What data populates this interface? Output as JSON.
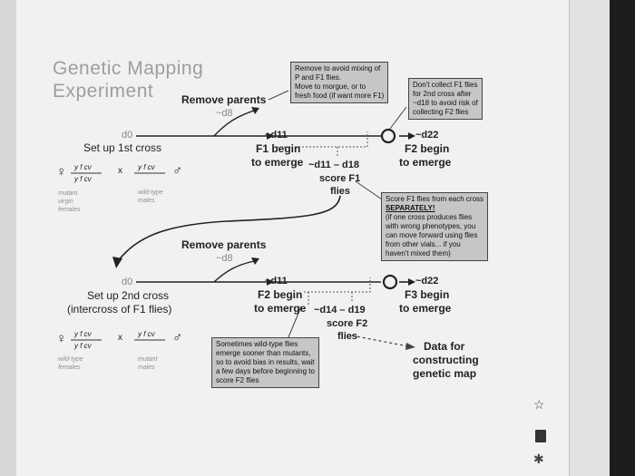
{
  "title_line1": "Genetic Mapping",
  "title_line2": "Experiment",
  "cross1": {
    "remove_parents": "Remove parents",
    "remove_day": "~d8",
    "d0": "d0",
    "setup": "Set up 1st cross",
    "d11": "~d11",
    "f1_begin": "F1 begin",
    "to_emerge": "to emerge",
    "d11_d18": "~d11 – d18",
    "score_f1": "score F1",
    "flies": "flies",
    "d22": "~d22",
    "f2_begin": "F2 begin",
    "to_emerge2": "to emerge",
    "female_genotype_top": "y f cv",
    "female_genotype_bottom": "y f cv",
    "male_genotype": "y f cv",
    "female_label": [
      "mutant",
      "virgin",
      "females"
    ],
    "male_label": [
      "wild-type",
      "males"
    ]
  },
  "cross2": {
    "remove_parents": "Remove parents",
    "remove_day": "~d8",
    "d0": "d0",
    "setup_line1": "Set up 2nd cross",
    "setup_line2": "(intercross of F1 flies)",
    "d11": "~d11",
    "f2_begin": "F2 begin",
    "to_emerge": "to emerge",
    "d14_d19": "~d14 – d19",
    "score_f2": "score F2",
    "flies": "flies",
    "d22": "~d22",
    "f3_begin": "F3 begin",
    "to_emerge2": "to emerge",
    "data_for": "Data for",
    "constructing": "constructing",
    "genetic_map": "genetic map",
    "female_genotype_top": "y f cv",
    "female_genotype_bottom": "y f cv",
    "male_genotype": "y f cv",
    "female_label": [
      "wild-type",
      "females"
    ],
    "male_label": [
      "mutant",
      "males"
    ]
  },
  "callouts": {
    "remove": [
      "Remove to avoid mixing of",
      "P and F1 flies.",
      "Move to morgue, or to",
      "fresh food (if want more F1)"
    ],
    "dont_collect": [
      "Don't collect F1 flies",
      "for 2nd cross after",
      "~d18 to avoid risk of",
      "collecting F2 flies"
    ],
    "score_separately": [
      "Score F1 flies from each cross",
      "SEPARATELY!",
      "(if one cross produces flies",
      "with wrong phenotypes, you",
      "can move forward using flies",
      "from other vials... if you",
      "haven't mixed them)"
    ],
    "sometimes": [
      "Sometimes wild-type flies",
      "emerge sooner than mutants,",
      "so to avoid bias in results, wait",
      "a few days before beginning to",
      "score F2 flies"
    ]
  },
  "symbols": {
    "female": "♀",
    "male": "♂",
    "cross": "x"
  },
  "icons": [
    "star-icon",
    "book-icon",
    "settings-icon"
  ]
}
